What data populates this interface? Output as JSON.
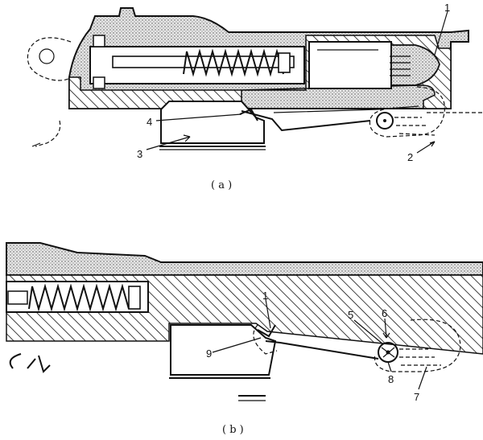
{
  "figure_a": {
    "caption": "( a )",
    "labels": {
      "l1": "1",
      "l2": "2",
      "l3": "3",
      "l4": "4"
    }
  },
  "figure_b": {
    "caption": "( b )",
    "labels": {
      "l1": "1",
      "l5": "5",
      "l6": "6",
      "l7": "7",
      "l8": "8",
      "l9": "9"
    }
  },
  "colors": {
    "ink": "#111111",
    "stipple": "#8c8c8c",
    "paper": "#ffffff"
  }
}
